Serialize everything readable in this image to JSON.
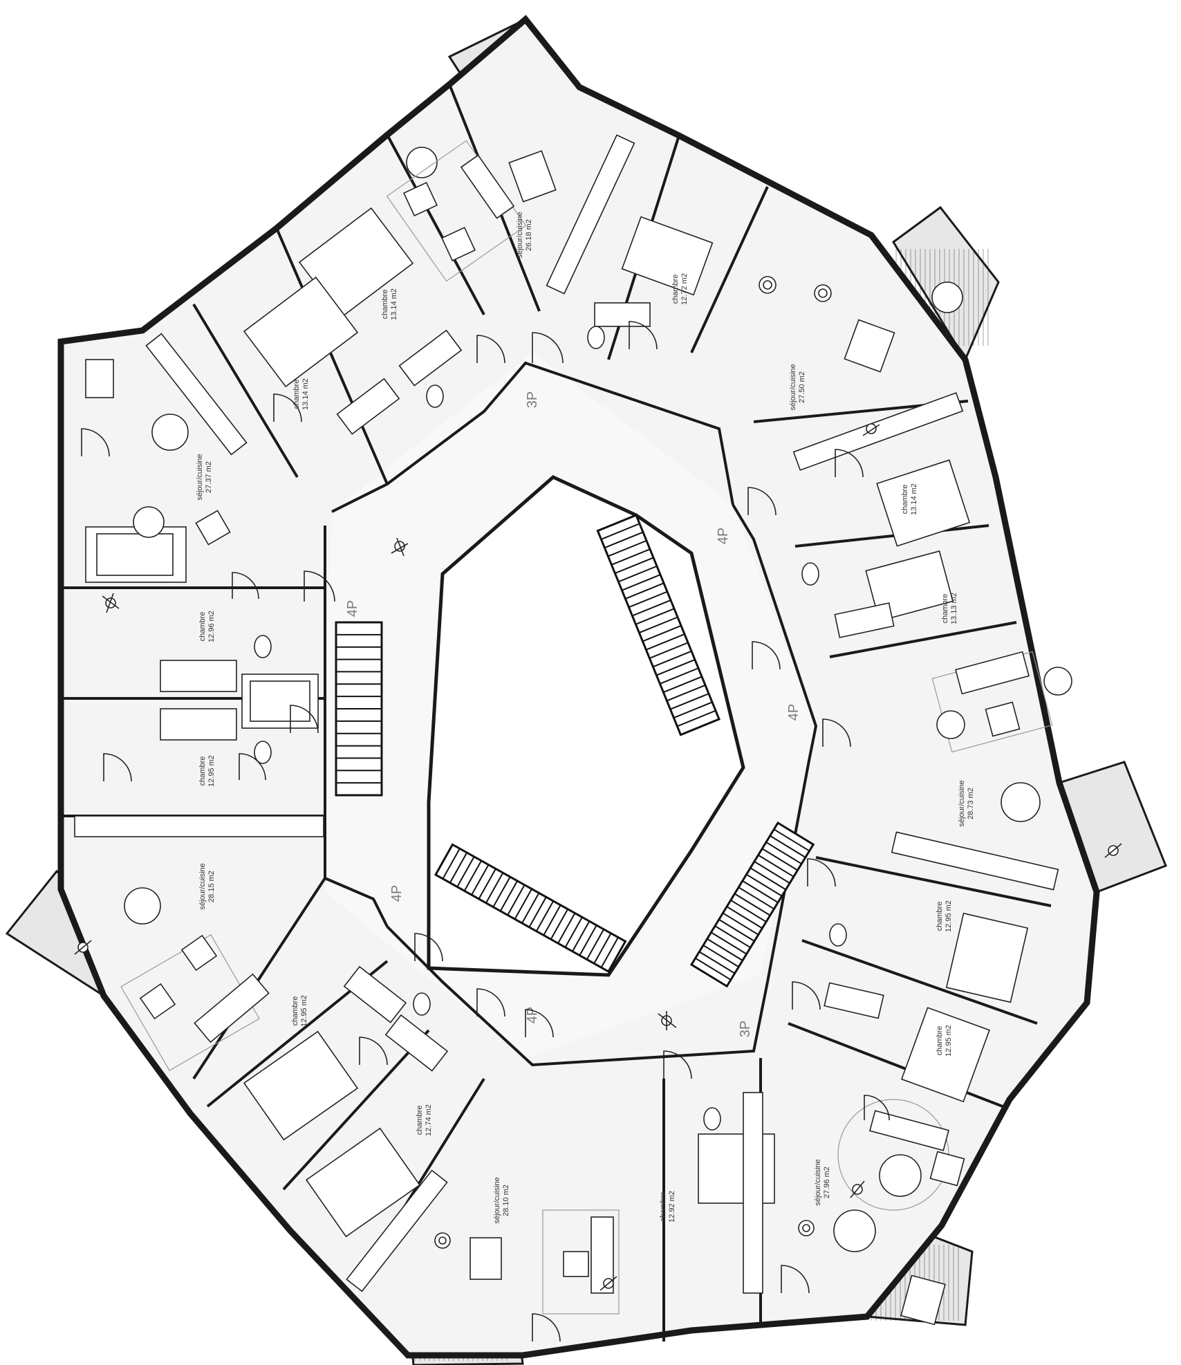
{
  "rooms": [
    {
      "id": "r1",
      "name": "séjour/cuisine",
      "area": "26.18 m2"
    },
    {
      "id": "r2",
      "name": "chambre",
      "area": "13.14 m2"
    },
    {
      "id": "r3",
      "name": "chambre",
      "area": "13.14 m2"
    },
    {
      "id": "r4",
      "name": "séjour/cuisine",
      "area": "27.37 m2"
    },
    {
      "id": "r5",
      "name": "chambre",
      "area": "12.96 m2"
    },
    {
      "id": "r6",
      "name": "chambre",
      "area": "12.95 m2"
    },
    {
      "id": "r7",
      "name": "séjour/cuisine",
      "area": "28.15 m2"
    },
    {
      "id": "r8",
      "name": "chambre",
      "area": "12.95 m2"
    },
    {
      "id": "r9",
      "name": "chambre",
      "area": "12.74 m2"
    },
    {
      "id": "r10",
      "name": "séjour/cuisine",
      "area": "28.10 m2"
    },
    {
      "id": "r11",
      "name": "chambre",
      "area": "12.92 m2"
    },
    {
      "id": "r12",
      "name": "séjour/cuisine",
      "area": "27.96 m2"
    },
    {
      "id": "r13",
      "name": "chambre",
      "area": "12.95 m2"
    },
    {
      "id": "r14",
      "name": "chambre",
      "area": "12.95 m2"
    },
    {
      "id": "r15",
      "name": "séjour/cuisine",
      "area": "28.73 m2"
    },
    {
      "id": "r16",
      "name": "chambre",
      "area": "13.13 m2"
    },
    {
      "id": "r17",
      "name": "chambre",
      "area": "13.14 m2"
    },
    {
      "id": "r18",
      "name": "séjour/cuisine",
      "area": "27.50 m2"
    },
    {
      "id": "r19",
      "name": "chambre",
      "area": "12.72 m2"
    }
  ],
  "unit_tags": [
    "3P",
    "4P",
    "4P",
    "4P",
    "4P",
    "4P",
    "3P"
  ]
}
